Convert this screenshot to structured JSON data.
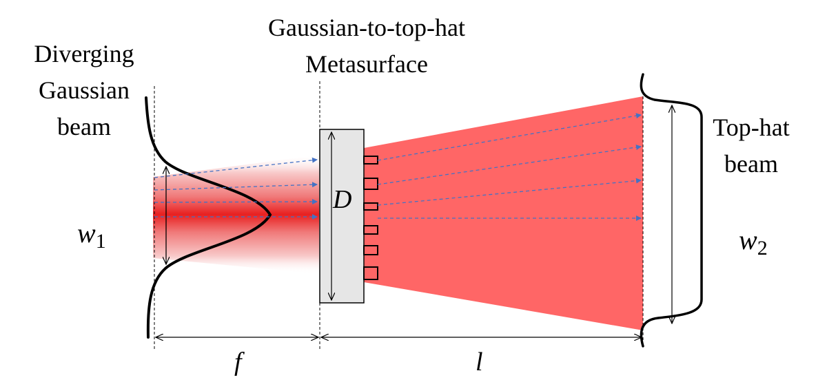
{
  "labels": {
    "diverging_1": "Diverging",
    "diverging_2": "Gaussian",
    "diverging_3": "beam",
    "metasurface_1": "Gaussian-to-top-hat",
    "metasurface_2": "Metasurface",
    "tophat_1": "Top-hat",
    "tophat_2": "beam",
    "w1_base": "w",
    "w1_sub": "1",
    "w2_base": "w",
    "w2_sub": "2",
    "D": "D",
    "f": "f",
    "l": "l"
  },
  "colors": {
    "beam_red": "#ff6666",
    "gaussian_core": "#e82020",
    "plate_fill": "#e6e6e6",
    "ray_blue": "#4472c4",
    "outline": "#000000"
  }
}
